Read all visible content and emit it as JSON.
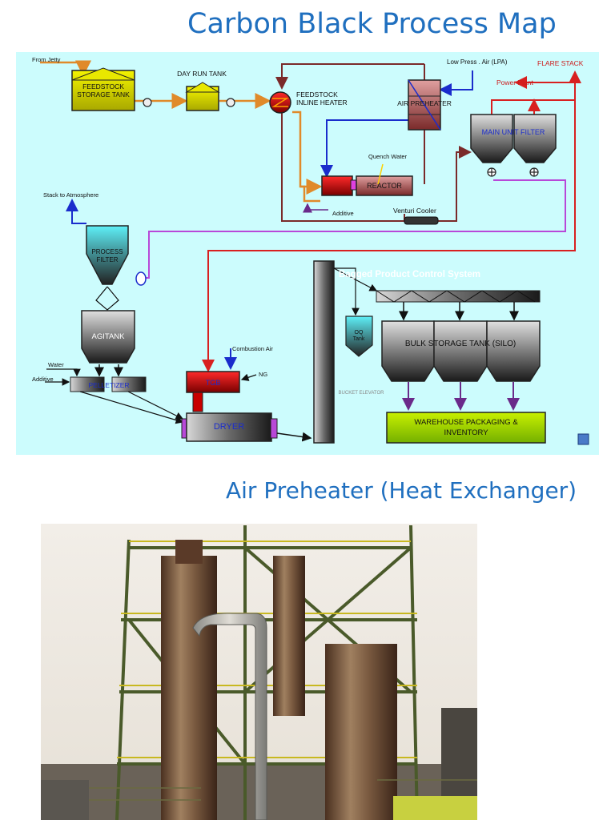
{
  "slide": {
    "title": "Carbon Black Process Map",
    "subtitle": "Air Preheater (Heat Exchanger)"
  },
  "diagram": {
    "labels": {
      "from_jetty": "From Jetty",
      "feedstock_storage_tank": [
        "FEEDSTOCK",
        "STORAGE TANK"
      ],
      "day_run_tank": "DAY RUN TANK",
      "feedstock_inline_heater": [
        "FEEDSTOCK",
        "INLINE HEATER"
      ],
      "low_press_air": "Low Press . Air  (LPA)",
      "flare_stack": "FLARE STACK",
      "power_plant": "Power Plant",
      "air_preheater": "AIR PREHEATER",
      "main_unit_filter": "MAIN UNIT FILTER",
      "quench_water": "Quench Water",
      "reactor": "REACTOR",
      "additive_reactor": "Additive",
      "venturi_cooler": "Venturi Cooler",
      "stack_to_atmosphere": "Stack to Atmosphere",
      "process_filter": [
        "PROCESS",
        "FILTER"
      ],
      "agitank": "AGITANK",
      "water": "Water",
      "additive_pelletizer": "Additive",
      "pelletizer": "PELLETIZER",
      "combustion_air": "Combustion Air",
      "ng": "NG",
      "tgb": "TGB",
      "dryer": "DRYER",
      "bucket_elevator": "BUCKET ELEVATOR",
      "product_control_system": "Bagged Product Control System",
      "oq_tank": [
        "OQ",
        "Tank"
      ],
      "bulk_storage_tank": "BULK STORAGE TANK   (SILO)",
      "warehouse": [
        "WAREHOUSE PACKAGING  &",
        "INVENTORY"
      ]
    },
    "colors": {
      "background": "#ccfcfd",
      "feedstock_line": "#e08a2a",
      "air_line": "#1a2ccc",
      "flare_line": "#d82020",
      "smoke_line": "#7a2a2a",
      "pellet_line": "#b848d8",
      "tank_yellow": "#d8d800",
      "warehouse_green": "#9ad800",
      "arrow_dark": "#111111"
    }
  }
}
